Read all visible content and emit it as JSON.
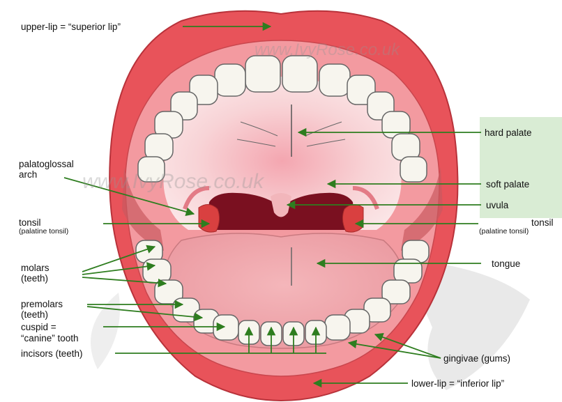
{
  "labels": {
    "upper_lip": "upper-lip = “superior lip”",
    "hard_palate": "hard palate",
    "soft_palate": "soft palate",
    "uvula": "uvula",
    "palatoglossal_line1": "palatoglossal",
    "palatoglossal_line2": "arch",
    "tonsil_left": "tonsil",
    "tonsil_left_sub": "(palatine tonsil)",
    "tonsil_right": "tonsil",
    "tonsil_right_sub": "(palatine tonsil)",
    "molars_line1": "molars",
    "molars_line2": "(teeth)",
    "tongue": "tongue",
    "premolars_line1": "premolars",
    "premolars_line2": "(teeth)",
    "cuspid_line1": "cuspid =",
    "cuspid_line2": "“canine” tooth",
    "incisors": "incisors (teeth)",
    "gingivae": "gingivae (gums)",
    "lower_lip": "lower-lip = “inferior lip”"
  },
  "watermark": {
    "top": "www.IvyRose.co.uk",
    "middle": "www.IvyRose.co.uk"
  },
  "colors": {
    "lip": "#e8535a",
    "lip_dark": "#c92f39",
    "inner_lip": "#f39aa0",
    "palate": "#f7c9cc",
    "throat": "#7a1020",
    "tonsil": "#d94040",
    "tongue": "#f1a9ae",
    "tooth": "#f7f5ee",
    "arrow": "#2e7d1f",
    "label_box": "#d9ecd4"
  }
}
